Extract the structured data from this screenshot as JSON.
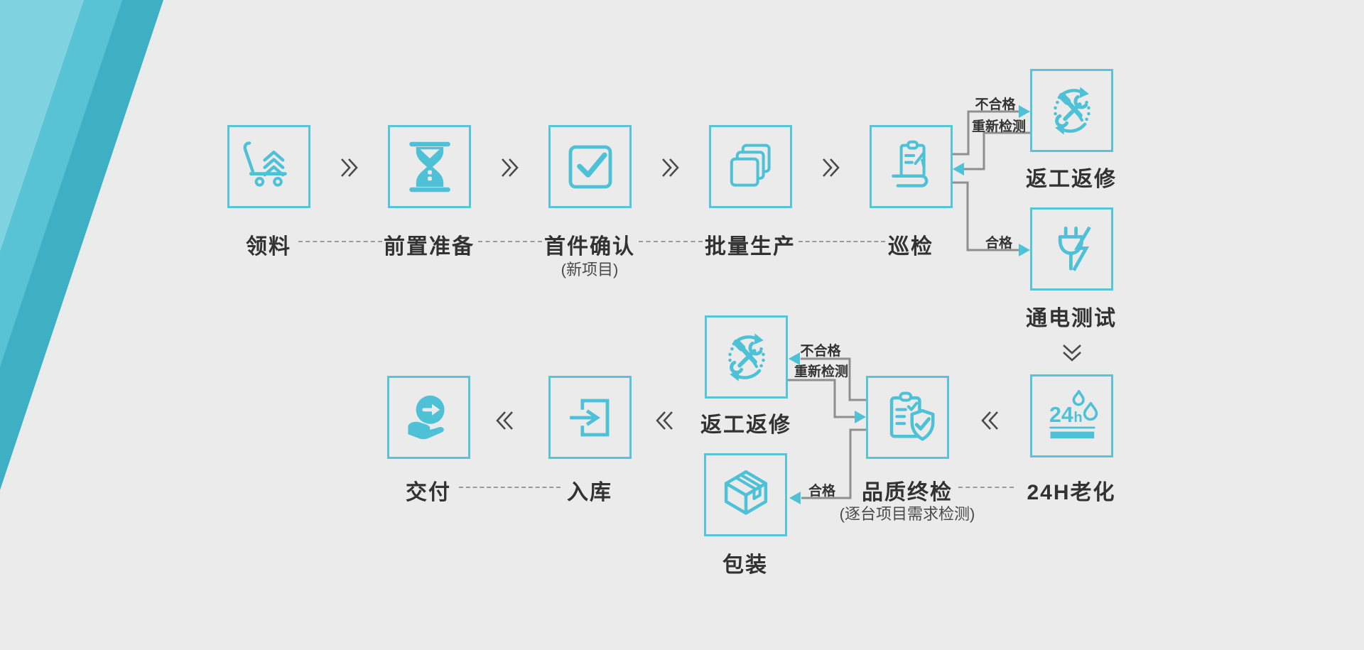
{
  "page": {
    "background": "#ebebeb",
    "type": "production-quality-flowchart"
  },
  "colors": {
    "teal_icon": "#4ec1d7",
    "box_border": "#57c4d9",
    "connector_gray": "#8f8f8f",
    "text_dark": "#323232",
    "band_light": "#7fd2e0",
    "band_mid": "#58c3d5",
    "band_dark": "#3fafc4"
  },
  "nodes": [
    {
      "label": "领料",
      "icon": "cart-icon"
    },
    {
      "label": "前置准备",
      "icon": "hourglass-icon"
    },
    {
      "label": "首件确认",
      "sublabel": "(新项目)",
      "icon": "checkbox-icon"
    },
    {
      "label": "批量生产",
      "icon": "layers-icon"
    },
    {
      "label": "巡检",
      "icon": "patrol-inspection-icon"
    },
    {
      "label": "返工返修",
      "icon": "rework-icon"
    },
    {
      "label": "通电测试",
      "icon": "plug-test-icon"
    },
    {
      "label": "24H老化",
      "icon": "aging-24h-icon"
    },
    {
      "label": "品质终检",
      "sublabel": "(逐台项目需求检测)",
      "icon": "final-inspection-icon"
    },
    {
      "label": "返工返修",
      "icon": "rework-icon"
    },
    {
      "label": "包装",
      "icon": "package-icon"
    },
    {
      "label": "入库",
      "icon": "warehouse-in-icon"
    },
    {
      "label": "交付",
      "icon": "delivery-icon"
    }
  ],
  "edge_labels": {
    "top_fail": "不合格",
    "top_recheck": "重新检测",
    "top_pass": "合格",
    "bottom_fail": "不合格",
    "bottom_recheck": "重新检测",
    "bottom_pass": "合格"
  },
  "aging_icon_text": {
    "big": "24",
    "small": "h"
  }
}
